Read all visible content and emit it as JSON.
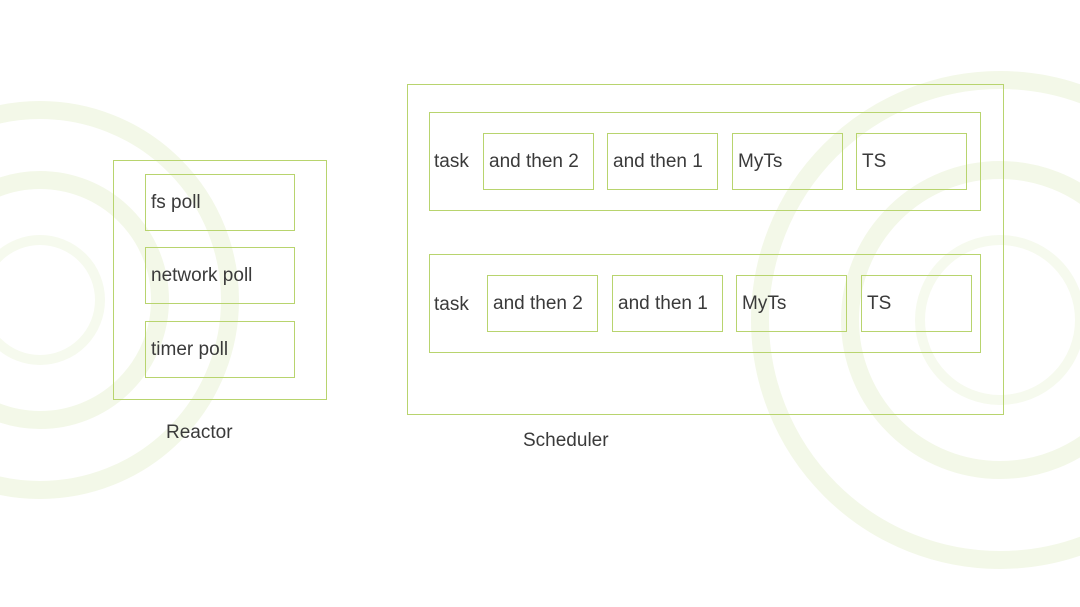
{
  "reactor": {
    "caption": "Reactor",
    "items": [
      "fs poll",
      "network poll",
      "timer poll"
    ]
  },
  "scheduler": {
    "caption": "Scheduler",
    "rows": [
      {
        "label": "task",
        "items": [
          "and then 2",
          "and then 1",
          "MyTs",
          "TS"
        ]
      },
      {
        "label": "task",
        "items": [
          "and then 2",
          "and then 1",
          "MyTs",
          "TS"
        ]
      }
    ]
  },
  "colors": {
    "border": "#b8d46e",
    "text": "#3a3a3a",
    "background": "#ffffff"
  }
}
